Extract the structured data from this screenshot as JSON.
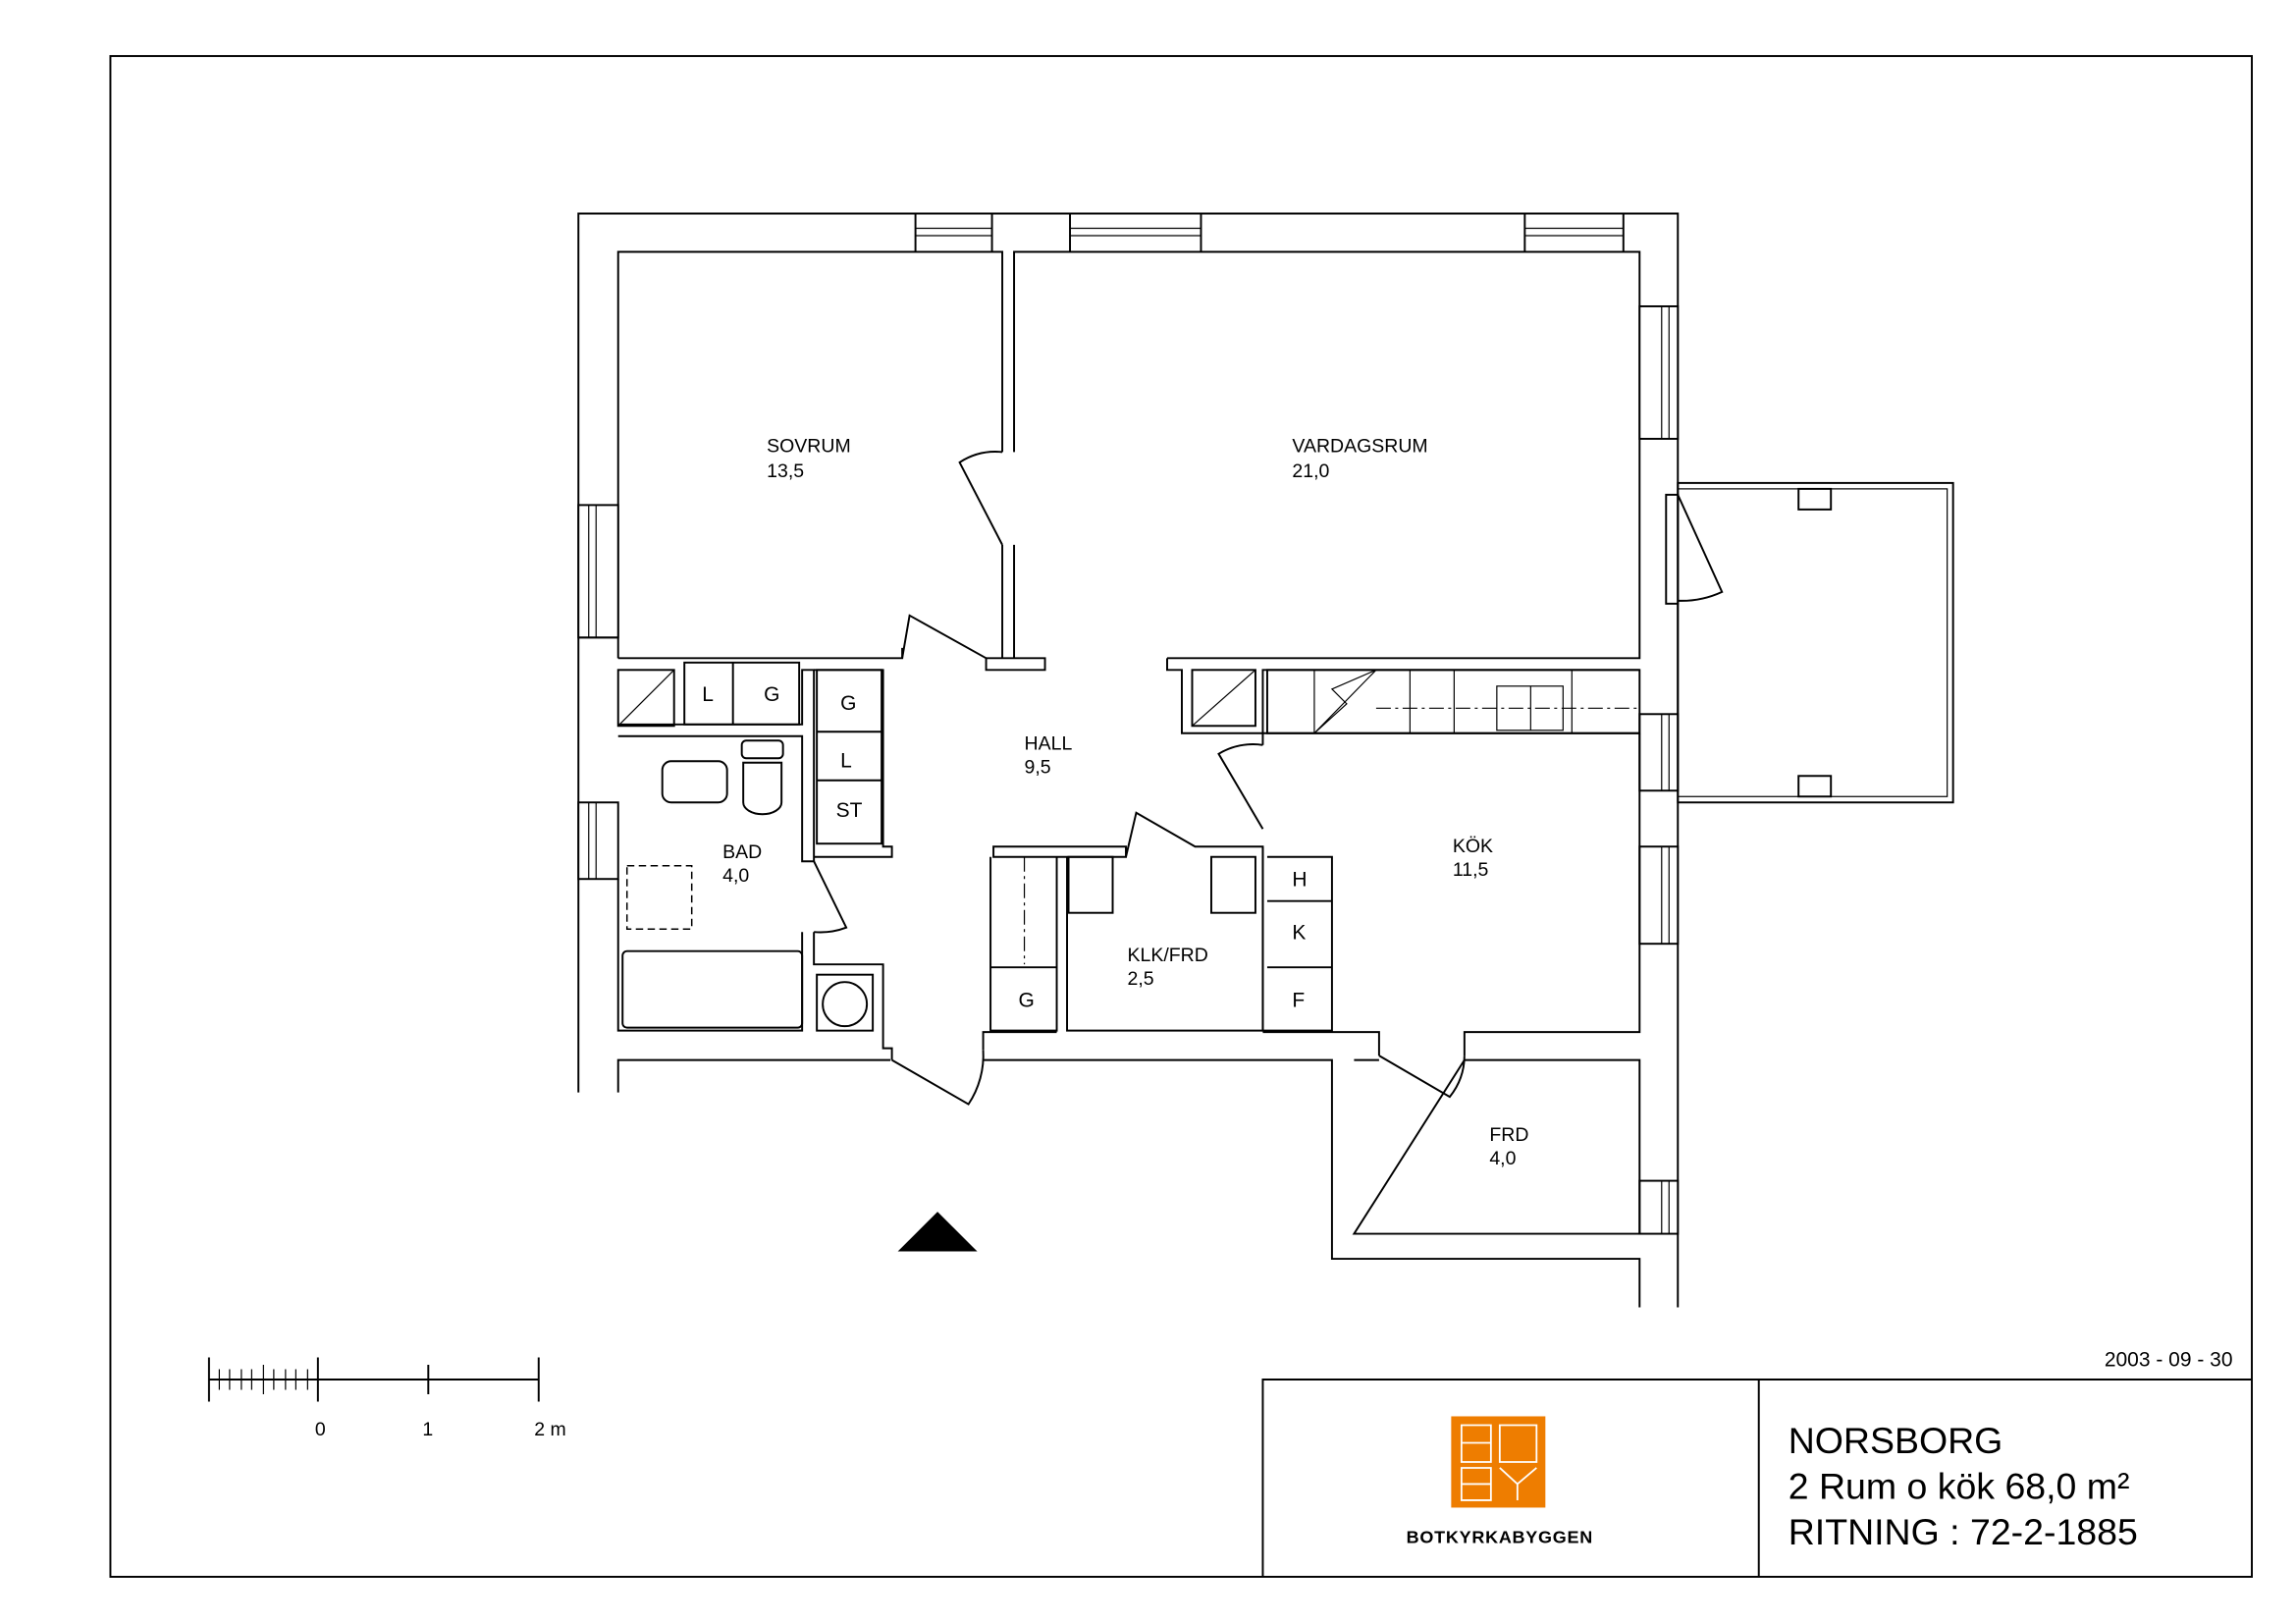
{
  "rooms": {
    "sovrum": {
      "name": "SOVRUM",
      "area": "13,5"
    },
    "vardagsrum": {
      "name": "VARDAGSRUM",
      "area": "21,0"
    },
    "hall": {
      "name": "HALL",
      "area": "9,5"
    },
    "bad": {
      "name": "BAD",
      "area": "4,0"
    },
    "kok": {
      "name": "KÖK",
      "area": "11,5"
    },
    "klk_frd": {
      "name": "KLK/FRD",
      "area": "2,5"
    },
    "frd": {
      "name": "FRD",
      "area": "4,0"
    }
  },
  "fixtures": {
    "closet_l1": "L",
    "closet_g1": "G",
    "hall_g": "G",
    "hall_l": "L",
    "hall_st": "ST",
    "hall_g2": "G",
    "kok_h": "H",
    "kok_k": "K",
    "kok_f": "F"
  },
  "scale_bar": {
    "labels": [
      "0",
      "1",
      "2 m"
    ]
  },
  "date": "2003 - 09 - 30",
  "title_block": {
    "logo_letters": "BO BY",
    "company": "BOTKYRKABYGGEN",
    "location": "NORSBORG",
    "description": "2 Rum o kök 68,0 m²",
    "drawing_number": "RITNING : 72-2-1885"
  },
  "colors": {
    "logo": "#EE7D00",
    "line": "#000000"
  }
}
